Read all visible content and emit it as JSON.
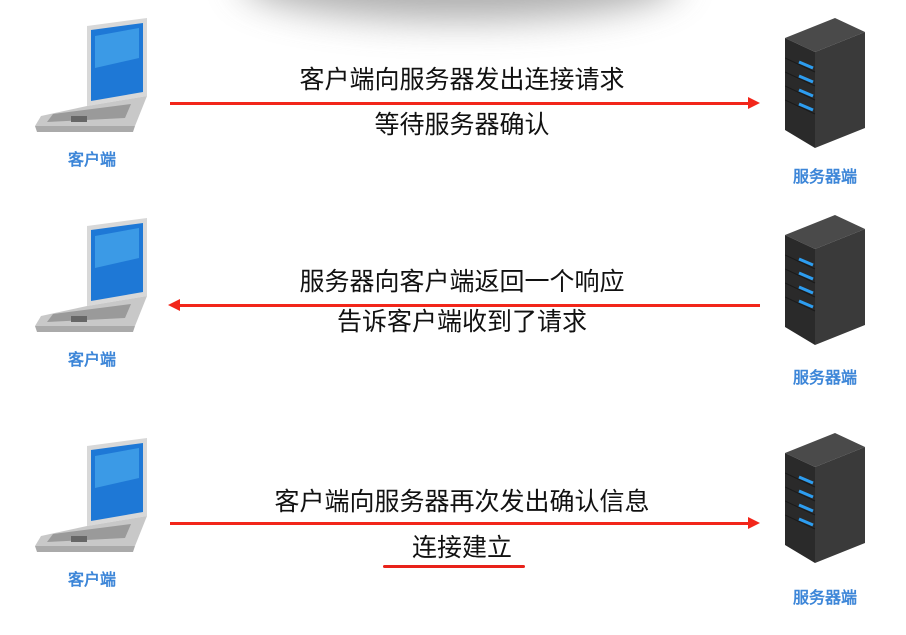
{
  "client_label": "客户端",
  "server_label": "服务器端",
  "steps": [
    {
      "line1": "客户端向服务器发出连接请求",
      "line2": "等待服务器确认",
      "direction": "client-to-server"
    },
    {
      "line1": "服务器向客户端返回一个响应",
      "line2": "告诉客户端收到了请求",
      "direction": "server-to-client"
    },
    {
      "line1": "客户端向服务器再次发出确认信息",
      "line2": "连接建立",
      "direction": "client-to-server"
    }
  ],
  "colors": {
    "arrow": "#f2261a",
    "label": "#3d86d8"
  }
}
